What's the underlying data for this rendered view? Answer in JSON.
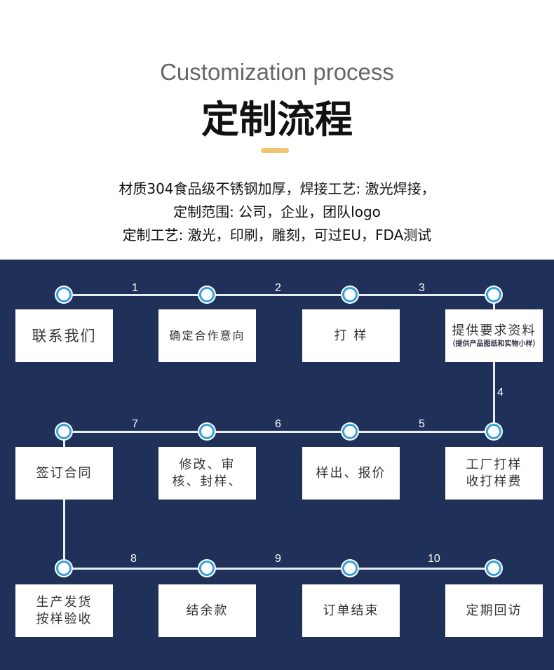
{
  "header": {
    "title_en": "Customization process",
    "title_cn": "定制流程"
  },
  "description": [
    "材质304食品级不锈钢加厚，焊接工艺: 激光焊接，",
    "定制范围: 公司，企业，团队logo",
    "定制工艺: 激光，印刷，雕刻，可过EU，FDA测试"
  ],
  "colors": {
    "panel": "#1f3158",
    "accent": "#f3c56d"
  },
  "steps_numbers": [
    "1",
    "2",
    "3",
    "4",
    "5",
    "6",
    "7",
    "8",
    "9",
    "10"
  ],
  "boxes": [
    {
      "label": "联系我们"
    },
    {
      "label": "确定合作意向"
    },
    {
      "label": "打 样"
    },
    {
      "label": "提供要求资料",
      "sub": "（提供产品图纸和实物小样）"
    },
    {
      "label": "签订合同"
    },
    {
      "label": "修改、审核、封样、"
    },
    {
      "label": "样出、报价"
    },
    {
      "label": "工厂打样收打样费"
    },
    {
      "label": "生产发货按样验收"
    },
    {
      "label": "结余款"
    },
    {
      "label": "订单结束"
    },
    {
      "label": "定期回访"
    }
  ]
}
